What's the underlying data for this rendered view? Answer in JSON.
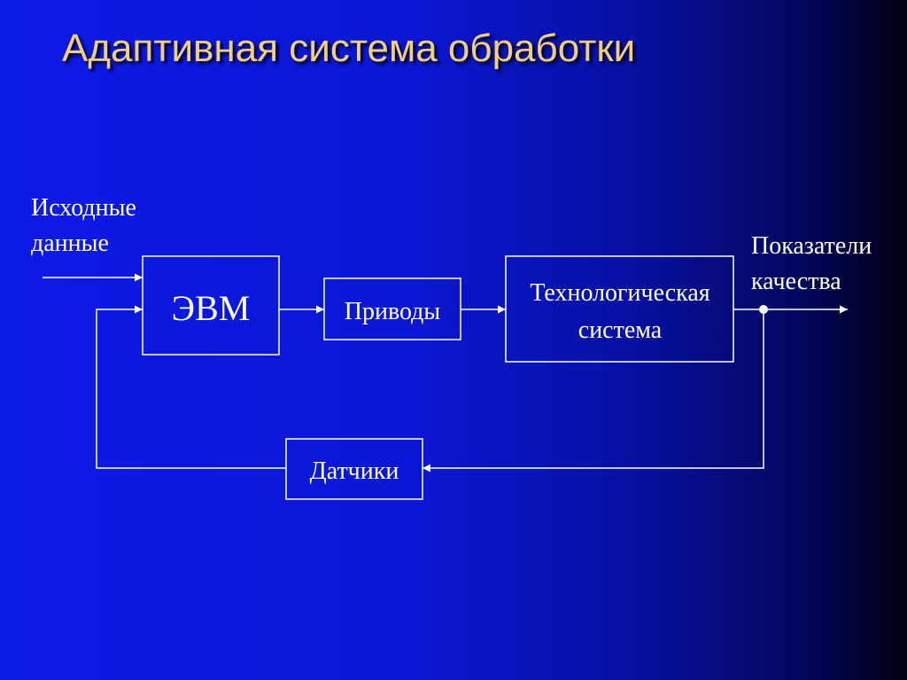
{
  "title": "Адаптивная система обработки",
  "diagram": {
    "input_label": [
      "Исходные",
      "данные"
    ],
    "output_label": [
      "Показатели",
      "качества"
    ],
    "blocks": {
      "evm": "ЭВМ",
      "drives": "Приводы",
      "tech_system": [
        "Технологическая",
        "система"
      ],
      "sensors": "Датчики"
    }
  },
  "colors": {
    "title": "#f2cf7a",
    "lines": "#ffffff",
    "background_left": "#0c1ae6",
    "background_right": "#000010"
  }
}
